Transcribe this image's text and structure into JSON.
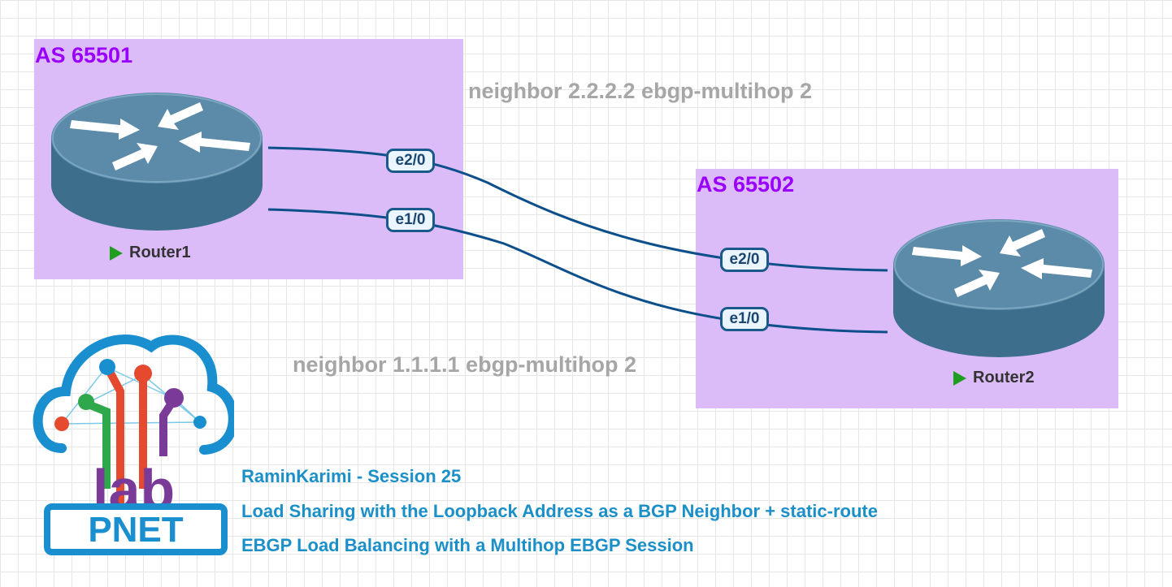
{
  "areas": [
    {
      "label": "AS 65501",
      "color": "#dcbcf8"
    },
    {
      "label": "AS 65502",
      "color": "#dcbcf8"
    }
  ],
  "notes": {
    "top": "neighbor 2.2.2.2 ebgp-multihop 2",
    "bottom": "neighbor 1.1.1.1 ebgp-multihop 2"
  },
  "routers": {
    "r1": {
      "name": "Router1",
      "status": "running"
    },
    "r2": {
      "name": "Router2",
      "status": "running"
    }
  },
  "interfaces": {
    "r1_e20": "e2/0",
    "r1_e10": "e1/0",
    "r2_e20": "e2/0",
    "r2_e10": "e1/0"
  },
  "logo": {
    "line1": "lab",
    "line2": "PNET"
  },
  "captions": [
    "RaminKarimi - Session 25",
    "Load Sharing with the Loopback Address as a BGP Neighbor + static-route",
    "EBGP Load Balancing with a Multihop EBGP Session"
  ],
  "colors": {
    "link": "#0d4f8b",
    "router_body": "#3d6f8c",
    "as_label": "#9900ff",
    "caption": "#1b8fc8",
    "note": "#a6a6a6"
  }
}
